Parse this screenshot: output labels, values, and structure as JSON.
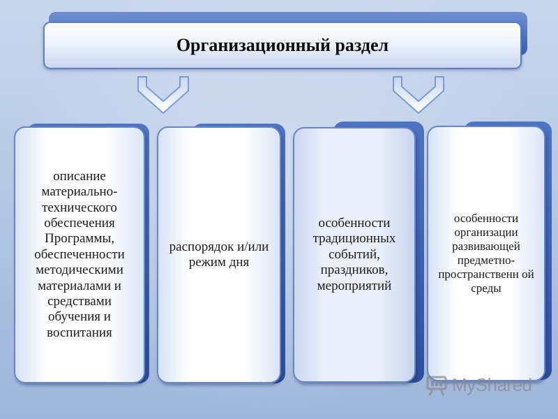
{
  "title": "Организационный раздел",
  "cards": [
    {
      "label": "описание материально-технического обеспечения Программы, обеспеченности методическими материалами и средствами обучения и воспитания"
    },
    {
      "label": "распорядок и/или режим дня"
    },
    {
      "label": "особенности традиционных событий, праздников, мероприятий"
    },
    {
      "label": "особенности организации развивающей предметно-пространственн ой среды"
    }
  ],
  "watermark": {
    "text": "MyShared",
    "icon": "presentation-board-icon"
  },
  "arrows": [
    "double-chevron-down-icon",
    "double-chevron-down-icon"
  ],
  "colors": {
    "card_border": "#6787c9",
    "card_back": "#3a5fb2",
    "arrow_fill": "#ffffff",
    "arrow_stroke": "#7c9bd6"
  }
}
